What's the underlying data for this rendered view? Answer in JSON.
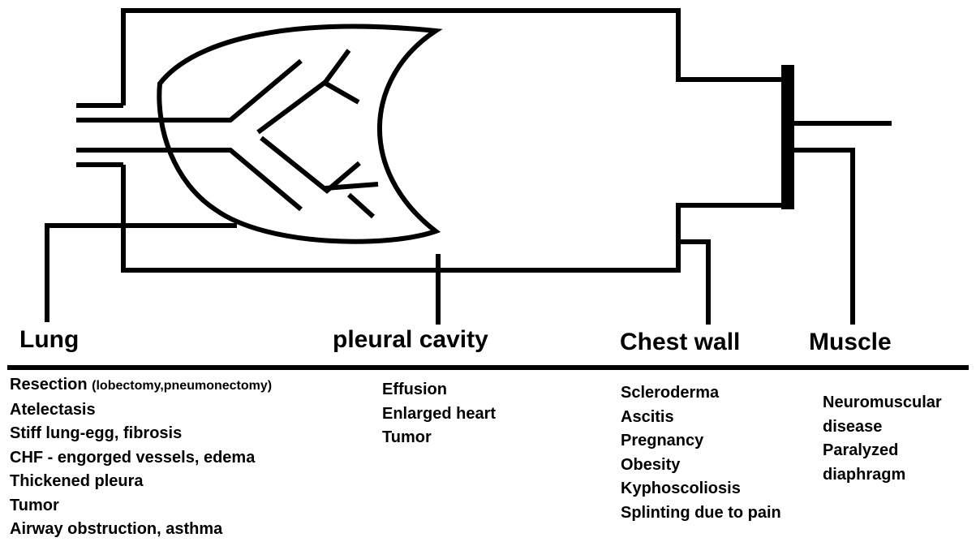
{
  "headings": {
    "lung": "Lung",
    "pleural": "pleural cavity",
    "chest": "Chest wall",
    "muscle": "Muscle"
  },
  "lists": {
    "lung": {
      "first_main": "Resection",
      "first_note": "(lobectomy,pneumonectomy)",
      "items": [
        "Atelectasis",
        "Stiff lung-egg, fibrosis",
        "CHF - engorged vessels, edema",
        "Thickened pleura",
        "Tumor",
        "Airway obstruction, asthma"
      ]
    },
    "pleural": [
      "Effusion",
      "Enlarged heart",
      "Tumor"
    ],
    "chest": [
      "Scleroderma",
      "Ascitis",
      "Pregnancy",
      "Obesity",
      "Kyphoscoliosis",
      "Splinting due to pain"
    ],
    "muscle": [
      "Neuromuscular",
      "disease",
      "Paralyzed",
      "diaphragm"
    ]
  }
}
